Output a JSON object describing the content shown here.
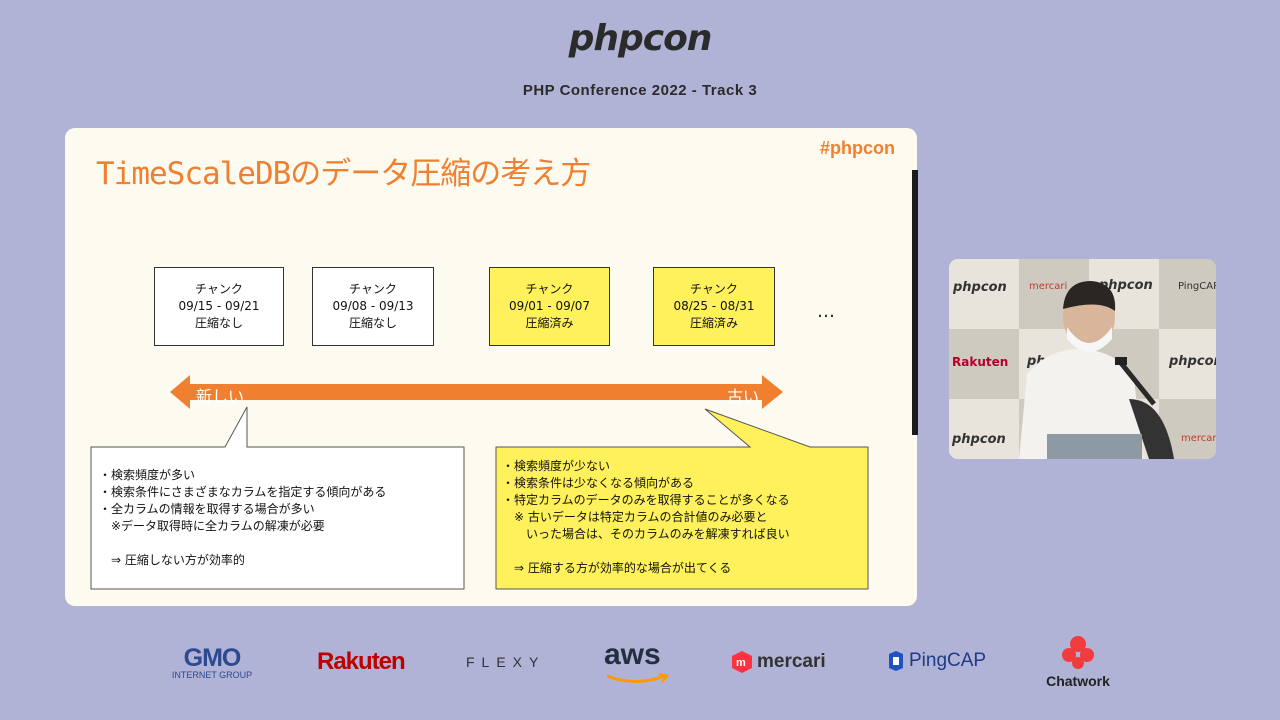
{
  "header": {
    "logo": "phpcon",
    "track_title": "PHP Conference 2022 - Track 3"
  },
  "slide": {
    "title": "TimeScaleDBのデータ圧縮の考え方",
    "hashtag": "#phpcon",
    "chunks": [
      {
        "label": "チャンク",
        "range": "09/15 - 09/21",
        "status": "圧縮なし",
        "compressed": false
      },
      {
        "label": "チャンク",
        "range": "09/08 - 09/13",
        "status": "圧縮なし",
        "compressed": false
      },
      {
        "label": "チャンク",
        "range": "09/01 - 09/07",
        "status": "圧縮済み",
        "compressed": true
      },
      {
        "label": "チャンク",
        "range": "08/25 - 08/31",
        "status": "圧縮済み",
        "compressed": true
      }
    ],
    "ellipsis": "…",
    "arrow": {
      "left_label": "新しい",
      "right_label": "古い",
      "color": "#f07f30"
    },
    "left_bubble": {
      "lines": [
        "・検索頻度が多い",
        "・検索条件にさまざまなカラムを指定する傾向がある",
        "・全カラムの情報を取得する場合が多い",
        "　※データ取得時に全カラムの解凍が必要",
        "",
        "　⇒ 圧縮しない方が効率的"
      ]
    },
    "right_bubble": {
      "lines": [
        "・検索頻度が少ない",
        "・検索条件は少なくなる傾向がある",
        "・特定カラムのデータのみを取得することが多くなる",
        "　※ 古いデータは特定カラムの合計値のみ必要と",
        "　　いった場合は、そのカラムのみを解凍すれば良い",
        "",
        "　⇒ 圧縮する方が効率的な場合が出てくる"
      ]
    }
  },
  "webcam": {
    "backdrop_labels": [
      "phpcon",
      "mercari",
      "phpcon",
      "PingCAP",
      "Rakuten",
      "php",
      "phpcon",
      "phpcon",
      "mercari"
    ]
  },
  "sponsors": {
    "gmo": {
      "name": "GMO",
      "sub": "INTERNET GROUP"
    },
    "rakuten": "Rakuten",
    "flexy": "FLEXY",
    "aws": "aws",
    "mercari": "mercari",
    "pingcap": "PingCAP",
    "chatwork": "Chatwork"
  },
  "colors": {
    "background": "#b0b2d6",
    "accent_orange": "#f07f30",
    "highlight_yellow": "#fef15b"
  }
}
